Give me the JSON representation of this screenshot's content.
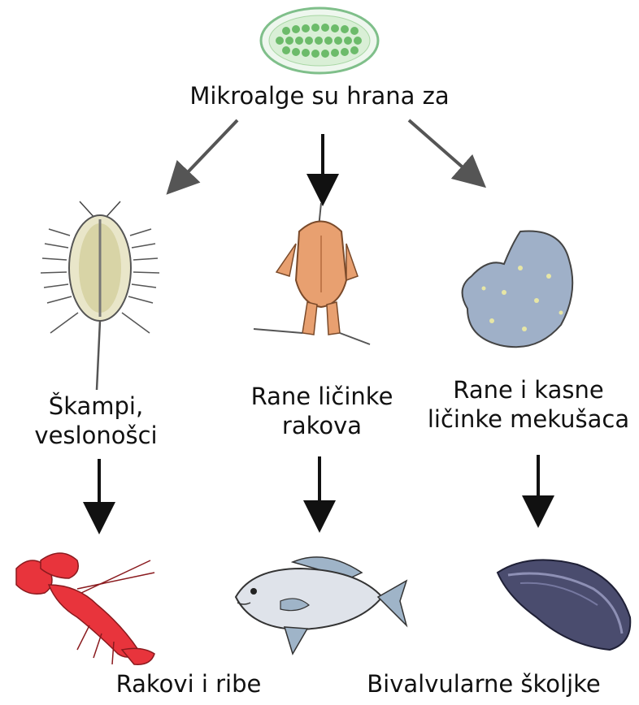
{
  "nodes": {
    "microalgae": {
      "label": "Mikroalge su hrana za"
    },
    "shrimp": {
      "label_line1": "Škampi,",
      "label_line2": "veslonošci"
    },
    "crab_larvae": {
      "label_line1": "Rane ličinke",
      "label_line2": "rakova"
    },
    "mollusc_larvae": {
      "label_line1": "Rane i kasne",
      "label_line2": "ličinke mekušaca"
    },
    "crustaceans_fish": {
      "label": "Rakovi i ribe"
    },
    "bivalves": {
      "label": "Bivalvularne školjke"
    }
  },
  "colors": {
    "arrow_gray": "#555555",
    "arrow_black": "#111111",
    "lobster": "#e8343c",
    "fish_body": "#dfe3ea",
    "fish_fin": "#9fb4c8",
    "mussel": "#4a4c6e",
    "algae_cell": "#8cc97e",
    "larva_orange": "#e8a070",
    "mollusc_blue": "#9fb0c8"
  }
}
